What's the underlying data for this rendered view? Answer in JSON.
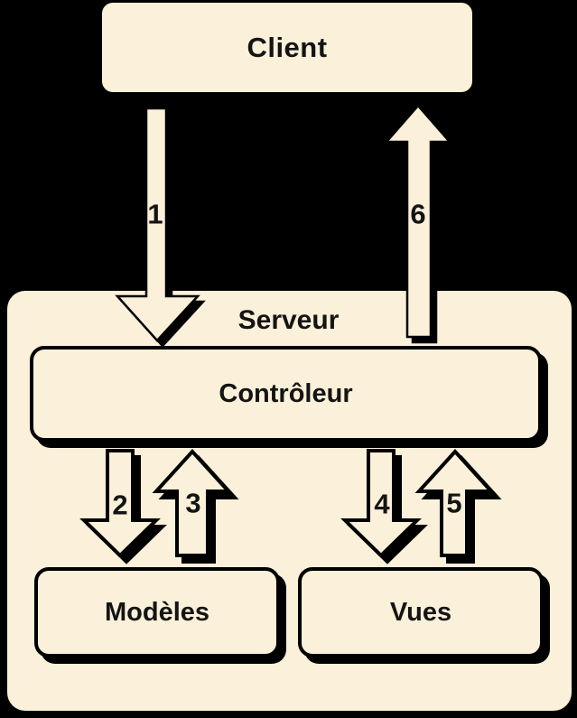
{
  "title": "Diagramme MVC client-serveur",
  "colors": {
    "background": "#000000",
    "node_fill": "#FBF0D9",
    "outline": "#000000",
    "text": "#141414"
  },
  "nodes": {
    "client": {
      "label": "Client"
    },
    "serveur": {
      "label": "Serveur"
    },
    "controleur": {
      "label": "Contrôleur"
    },
    "modeles": {
      "label": "Modèles"
    },
    "vues": {
      "label": "Vues"
    }
  },
  "arrows": [
    {
      "label": "1",
      "direction": "down",
      "from": "Client",
      "to": "Contrôleur"
    },
    {
      "label": "2",
      "direction": "down",
      "from": "Contrôleur",
      "to": "Modèles"
    },
    {
      "label": "3",
      "direction": "up",
      "from": "Modèles",
      "to": "Contrôleur"
    },
    {
      "label": "4",
      "direction": "down",
      "from": "Contrôleur",
      "to": "Vues"
    },
    {
      "label": "5",
      "direction": "up",
      "from": "Vues",
      "to": "Contrôleur"
    },
    {
      "label": "6",
      "direction": "up",
      "from": "Contrôleur",
      "to": "Client"
    }
  ]
}
